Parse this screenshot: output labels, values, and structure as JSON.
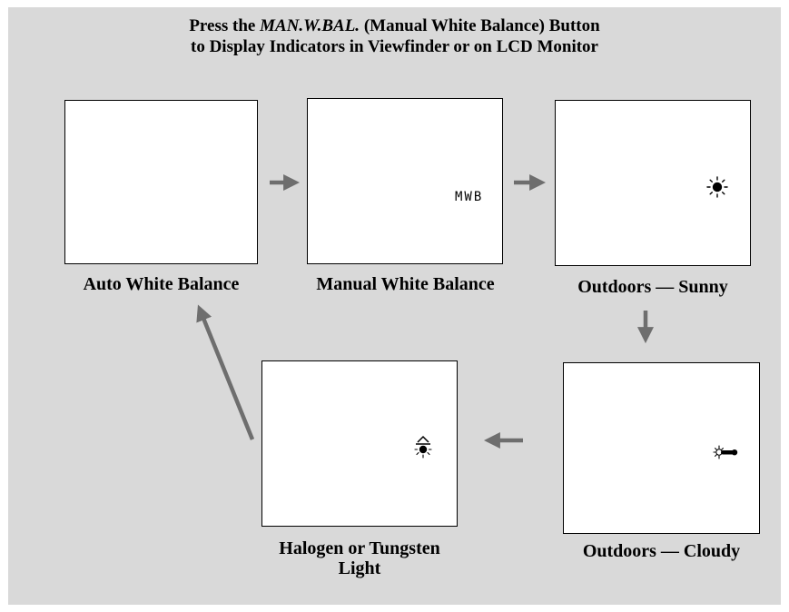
{
  "title": {
    "line1_prefix": "Press the",
    "line1_button": "MAN.W.BAL.",
    "line1_suffix": "(Manual White Balance) Button",
    "line2": "to Display Indicators in Viewfinder or on LCD Monitor"
  },
  "screens": {
    "auto": {
      "caption": "Auto White Balance"
    },
    "manual": {
      "caption": "Manual White Balance",
      "indicator_text": "MWB"
    },
    "sunny": {
      "caption": "Outdoors — Sunny",
      "indicator_icon": "sun-icon"
    },
    "cloudy": {
      "caption": "Outdoors — Cloudy",
      "indicator_icon": "cloud-sun-icon"
    },
    "halogen": {
      "caption_line1": "Halogen or Tungsten",
      "caption_line2": "Light",
      "indicator_icon": "bulb-icon"
    }
  },
  "colors": {
    "background": "#d9d9d9",
    "screen": "#ffffff",
    "arrow": "#6e6e6e"
  }
}
